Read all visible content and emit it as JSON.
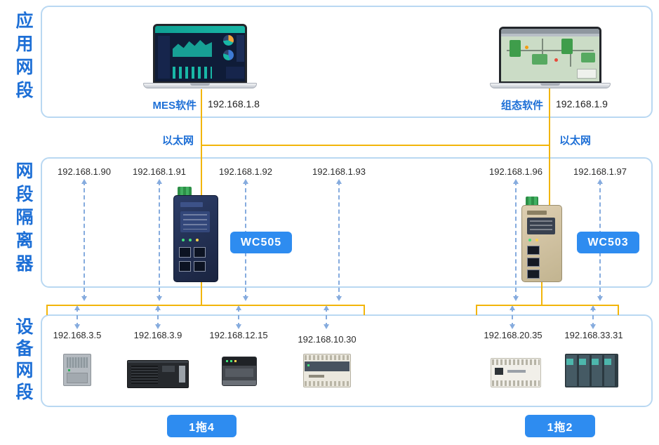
{
  "sections": [
    {
      "label": "应用网段"
    },
    {
      "label": "网段隔离器"
    },
    {
      "label": "设备网段"
    }
  ],
  "application_segment": {
    "laptops": [
      {
        "software": "MES软件",
        "ip": "192.168.1.8"
      },
      {
        "software": "组态软件",
        "ip": "192.168.1.9"
      }
    ]
  },
  "ethernet_labels": {
    "left": "以太网",
    "right": "以太网"
  },
  "isolator_segment": {
    "wc505": {
      "badge": "WC505",
      "ips": [
        "192.168.1.90",
        "192.168.1.91",
        "192.168.1.92",
        "192.168.1.93"
      ]
    },
    "wc503": {
      "badge": "WC503",
      "ips": [
        "192.168.1.96",
        "192.168.1.97"
      ]
    }
  },
  "device_segment": {
    "wc505_devices": [
      "192.168.3.5",
      "192.168.3.9",
      "192.168.12.15",
      "192.168.10.30"
    ],
    "wc503_devices": [
      "192.168.20.35",
      "192.168.33.31"
    ]
  },
  "footer": {
    "left_badge": "1拖4",
    "right_badge": "1拖2"
  },
  "colors": {
    "accent_blue": "#1d6fd6",
    "badge_blue": "#2e8cf0",
    "line_yellow": "#f2b50a",
    "arrow_blue": "#85abde",
    "box_border": "#b9d8f2"
  }
}
